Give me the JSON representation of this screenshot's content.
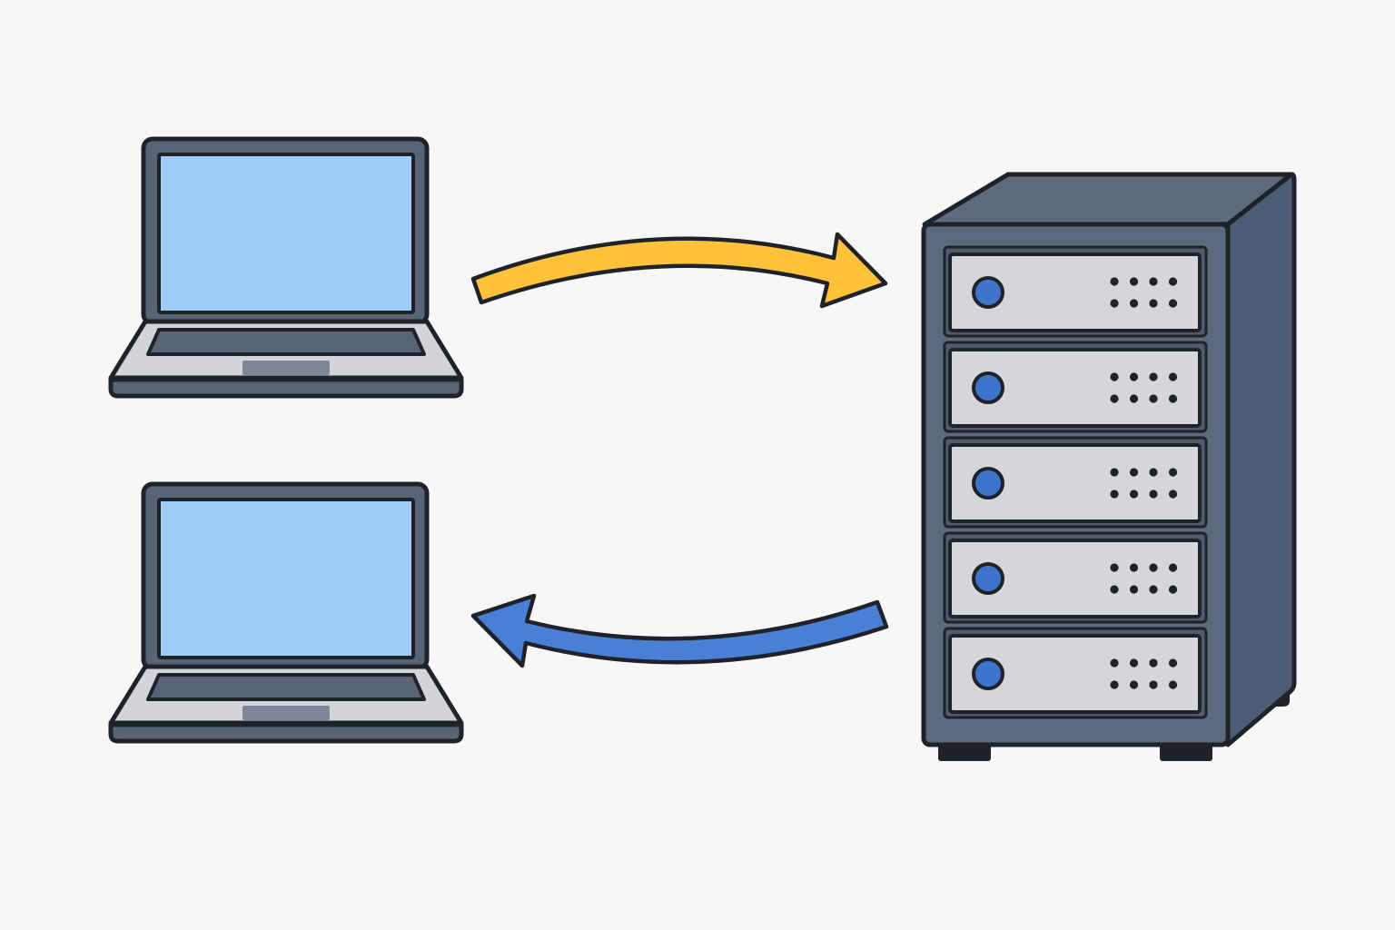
{
  "diagram": {
    "nodes": [
      {
        "id": "laptop-top",
        "kind": "laptop",
        "icon": "laptop-icon"
      },
      {
        "id": "laptop-bottom",
        "kind": "laptop",
        "icon": "laptop-icon"
      },
      {
        "id": "server-rack",
        "kind": "server",
        "icon": "server-rack-icon",
        "units": 5
      }
    ],
    "edges": [
      {
        "from": "laptop-top",
        "to": "server-rack",
        "color": "#FFC23A",
        "icon": "arrow-right-icon"
      },
      {
        "from": "server-rack",
        "to": "laptop-bottom",
        "color": "#4A7FD6",
        "icon": "arrow-left-icon"
      }
    ]
  },
  "colors": {
    "background": "#F7F7F7",
    "outline": "#1F2329",
    "laptop_body": "#596475",
    "laptop_screen": "#A0CDF7",
    "laptop_deck": "#D2D4D8",
    "server_front": "#5C6A7E",
    "server_side": "#4C5C74",
    "server_top": "#5F6B7C",
    "drive_face": "#D5D6D9",
    "drive_button": "#3F74CD",
    "yellow_arrow": "#FFC23A",
    "blue_arrow": "#4A7FD6"
  }
}
